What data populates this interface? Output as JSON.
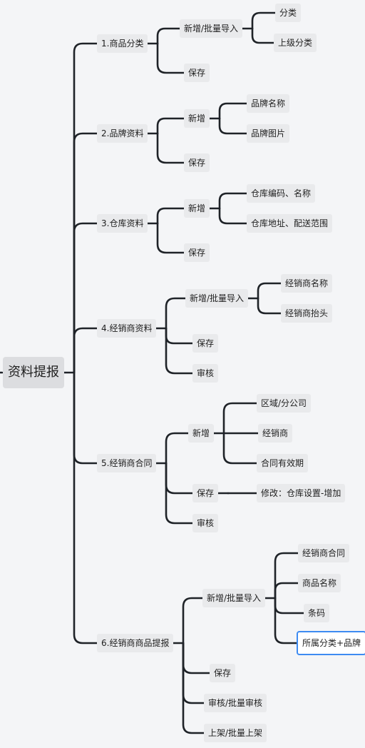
{
  "root": "资料提报",
  "branches": [
    {
      "label": "1.商品分类",
      "children": [
        {
          "label": "新增/批量导入",
          "children": [
            {
              "label": "分类"
            },
            {
              "label": "上级分类"
            }
          ]
        },
        {
          "label": "保存"
        }
      ]
    },
    {
      "label": "2.品牌资料",
      "children": [
        {
          "label": "新增",
          "children": [
            {
              "label": "品牌名称"
            },
            {
              "label": "品牌图片"
            }
          ]
        },
        {
          "label": "保存"
        }
      ]
    },
    {
      "label": "3.仓库资料",
      "children": [
        {
          "label": "新增",
          "children": [
            {
              "label": "仓库编码、名称"
            },
            {
              "label": "仓库地址、配送范围"
            }
          ]
        },
        {
          "label": "保存"
        }
      ]
    },
    {
      "label": "4.经销商资料",
      "children": [
        {
          "label": "新增/批量导入",
          "children": [
            {
              "label": "经销商名称"
            },
            {
              "label": "经销商抬头"
            }
          ]
        },
        {
          "label": "保存"
        },
        {
          "label": "审核"
        }
      ]
    },
    {
      "label": "5.经销商合同",
      "children": [
        {
          "label": "新增",
          "children": [
            {
              "label": "区域/分公司"
            },
            {
              "label": "经销商"
            },
            {
              "label": "合同有效期"
            }
          ]
        },
        {
          "label": "保存",
          "children": [
            {
              "label": "修改：仓库设置-增加"
            }
          ]
        },
        {
          "label": "审核"
        }
      ]
    },
    {
      "label": "6.经销商商品提报",
      "children": [
        {
          "label": "新增/批量导入",
          "children": [
            {
              "label": "经销商合同"
            },
            {
              "label": "商品名称"
            },
            {
              "label": "条码"
            },
            {
              "label": "所属分类+品牌"
            }
          ]
        },
        {
          "label": "保存"
        },
        {
          "label": "审核/批量审核"
        },
        {
          "label": "上架/批量上架"
        }
      ]
    }
  ]
}
